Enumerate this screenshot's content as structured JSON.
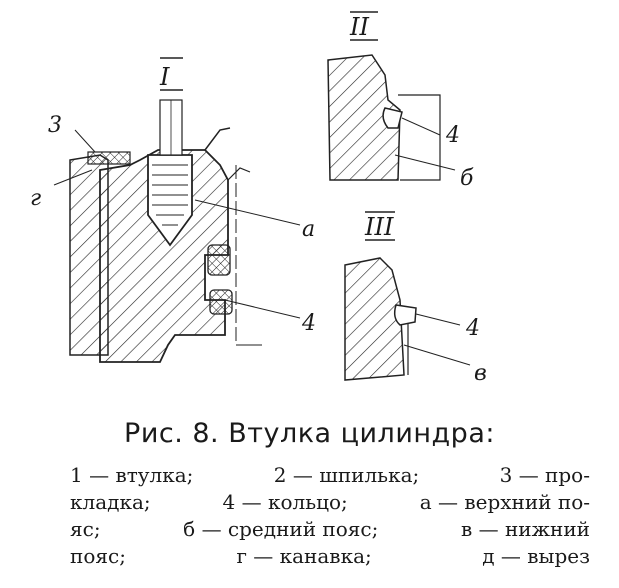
{
  "figure": {
    "views": {
      "one": "I",
      "two": "II",
      "three": "III"
    },
    "labels": {
      "three": "3",
      "ge": "г",
      "a": "а",
      "four": "4",
      "be": "б",
      "ve": "в"
    }
  },
  "caption": {
    "title": "Рис. 8. Втулка цилиндра:",
    "legend_lines": [
      [
        "1 — втулка;",
        "2 — шпилька;",
        "3 — про-"
      ],
      [
        "кладка;",
        "4 — кольцо;",
        "а — верхний по-"
      ],
      [
        "яс;",
        "б — средний пояс;",
        "в — нижний"
      ],
      [
        "пояс;",
        "г — канавка;",
        "д — вырез"
      ]
    ]
  }
}
